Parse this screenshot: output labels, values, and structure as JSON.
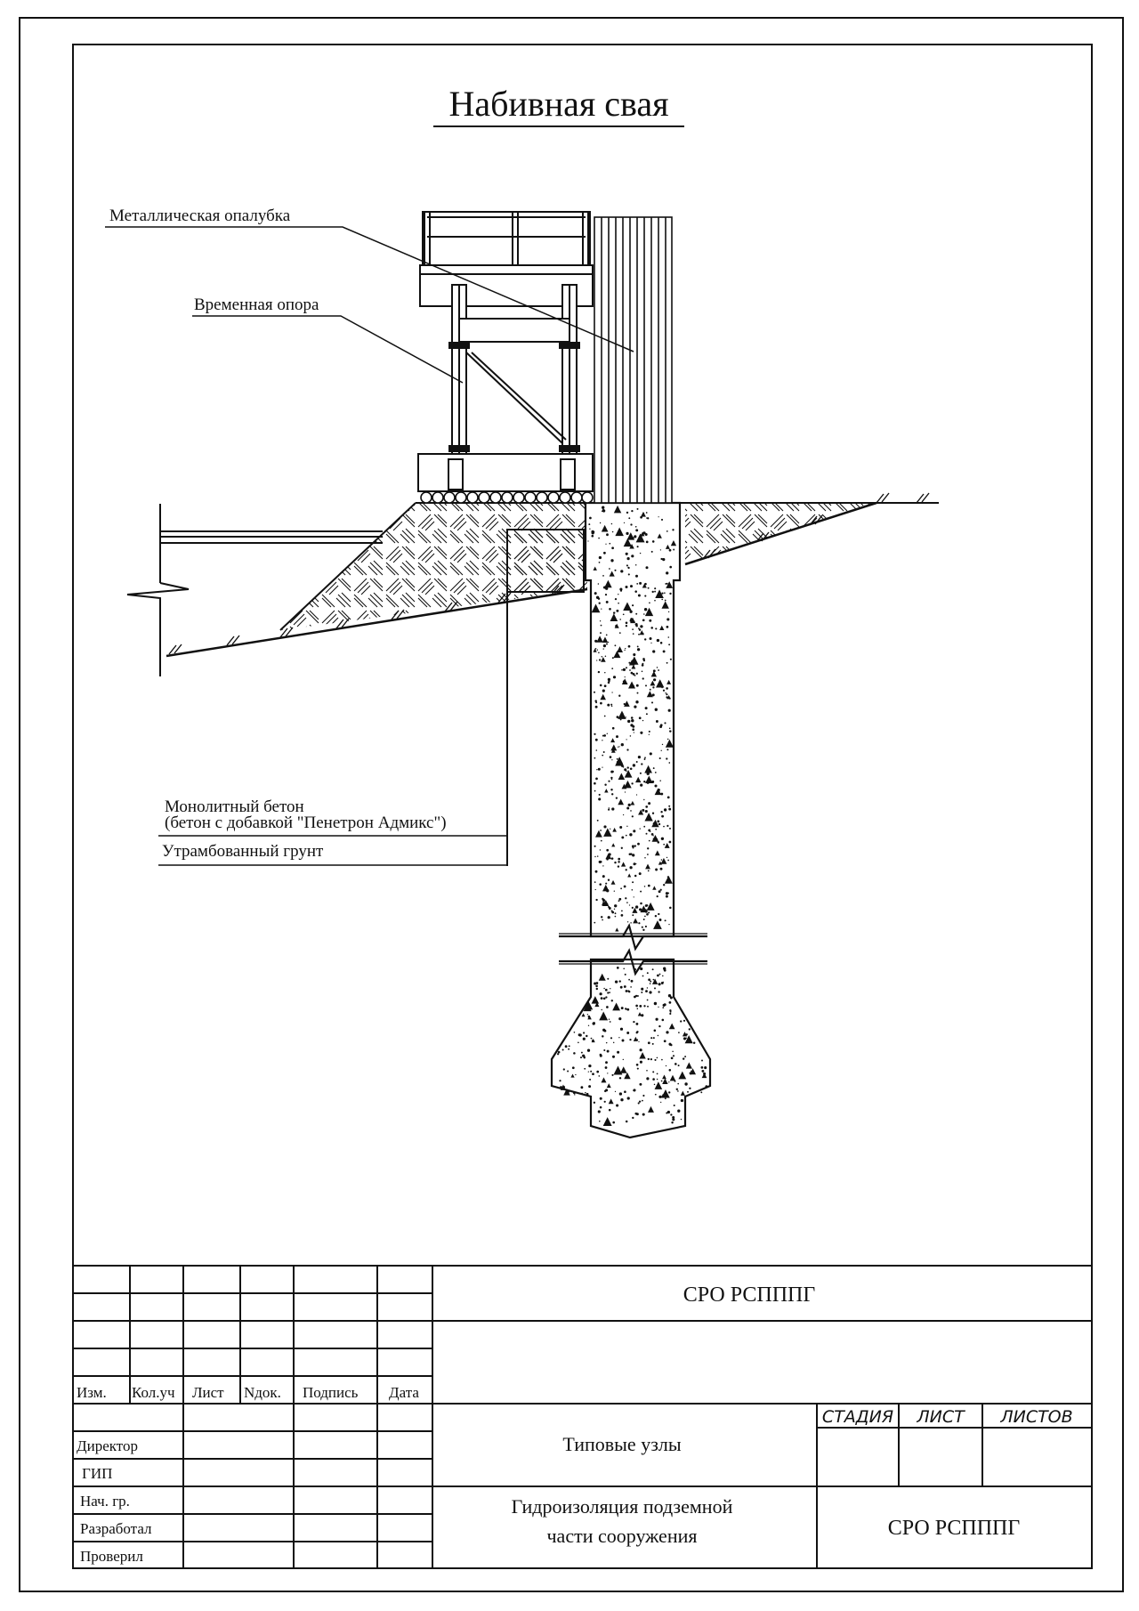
{
  "drawing": {
    "title": "Набивная свая",
    "callouts": {
      "formwork": "Металлическая опалубка",
      "temp_support": "Временная опора"
    },
    "legend": {
      "concrete_line1": "Монолитный бетон",
      "concrete_line2": "(бетон с добавкой \"Пенетрон Адмикс\")",
      "soil": "Утрамбованный грунт"
    }
  },
  "title_block": {
    "columns": [
      "Изм.",
      "Кол.уч",
      "Лист",
      "Nдок.",
      "Подпись",
      "Дата"
    ],
    "roles": [
      "Директор",
      "ГИП",
      "Нач. гр.",
      "Разработал",
      "Проверил"
    ],
    "organization": "СРО РСПППГ",
    "section": "Типовые узлы",
    "sheet_title_line1": "Гидроизоляция подземной",
    "sheet_title_line2": "части сооружения",
    "stage_header": "СТАДИЯ",
    "sheet_header": "ЛИСТ",
    "sheets_header": "ЛИСТОВ",
    "organization_bottom": "СРО РСПППГ"
  },
  "colors": {
    "ink": "#111111",
    "paper": "#ffffff"
  }
}
